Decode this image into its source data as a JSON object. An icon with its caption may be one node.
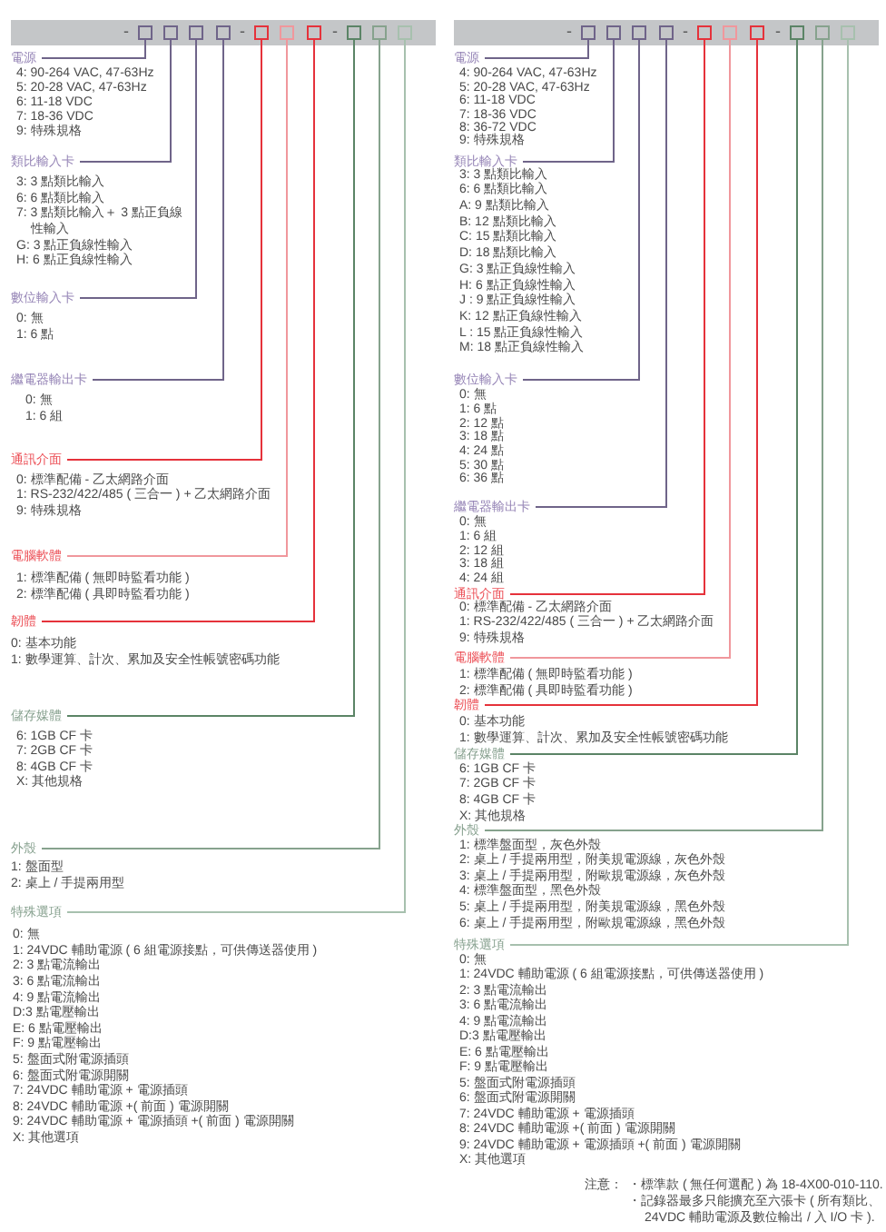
{
  "diagram": {
    "nodes": [
      {
        "text": [
          "-",
          "-",
          "-"
        ]
      },
      {
        "text": [],
        "shape": "box",
        "in": 0
      },
      {
        "text": [],
        "shape": "box",
        "in": 0
      },
      {
        "text": [],
        "shape": "box",
        "in": 0
      },
      {
        "text": [],
        "shape": "box",
        "in": 0
      },
      {
        "text": [],
        "shape": "box",
        "in": 0
      },
      {
        "text": [],
        "shape": "box",
        "in": 0
      },
      {
        "text": [],
        "shape": "box",
        "in": 0
      },
      {
        "text": [],
        "shape": "box",
        "in": 0
      },
      {
        "text": [],
        "shape": "box",
        "in": 0
      },
      {
        "text": [],
        "shape": "box",
        "in": 0
      },
      {
        "text": [
          "電源"
        ],
        "beside": [
          "4: 90-264 VAC, 47-63Hz",
          "5: 20-28 VAC, 47-63Hz",
          "6: 11-18 VDC",
          "7: 18-36 VDC",
          "9: 特殊規格"
        ]
      },
      {
        "text": [
          "類比輸入卡"
        ],
        "beside": [
          "3: 3 點類比輸入",
          "6: 6 點類比輸入",
          "7: 3 點類比輸入＋ 3 點正負線性輸入",
          "G: 3 點正負線性輸入",
          "H: 6 點正負線性輸入"
        ]
      },
      {
        "text": [
          "數位輸入卡"
        ],
        "beside": [
          "0: 無",
          "1: 6 點"
        ]
      },
      {
        "text": [
          "繼電器輸出卡"
        ],
        "beside": [
          "0: 無",
          "1: 6 組"
        ]
      },
      {
        "text": [
          "通訊介面"
        ],
        "beside": [
          "0: 標準配備 - 乙太網路介面",
          "1: RS-232/422/485 ( 三合一 ) + 乙太網路介面",
          "9: 特殊規格"
        ]
      },
      {
        "text": [
          "電腦軟體"
        ],
        "beside": [
          "1: 標準配備 ( 無即時監看功能 )",
          "2: 標準配備 ( 具即時監看功能 )"
        ]
      },
      {
        "text": [
          "韌體"
        ],
        "beside": [
          "0: 基本功能",
          "1: 數學運算、計次、累加及安全性帳號密碼功能"
        ]
      },
      {
        "text": [
          "儲存媒體"
        ],
        "beside": [
          "6: 1GB CF 卡",
          "7: 2GB CF 卡",
          "8: 4GB CF 卡",
          "X: 其他規格"
        ]
      },
      {
        "text": [
          "外殼"
        ],
        "beside": [
          "1: 盤面型",
          "2: 桌上 / 手提兩用型"
        ]
      },
      {
        "text": [
          "特殊選項"
        ],
        "beside": [
          "0: 無",
          "1: 24VDC 輔助電源 ( 6 組電源接點，可供傳送器使用 )",
          "2: 3 點電流輸出",
          "3: 6 點電流輸出",
          "4: 9 點電流輸出",
          "D:3 點電壓輸出",
          "E: 6 點電壓輸出",
          "F: 9 點電壓輸出",
          "5: 盤面式附電源插頭",
          "6: 盤面式附電源開關",
          "7: 24VDC 輔助電源 + 電源插頭",
          "8: 24VDC 輔助電源 +( 前面 ) 電源開關",
          "9: 24VDC 輔助電源 + 電源插頭 +( 前面 ) 電源開關",
          "X: 其他選項"
        ]
      },
      {
        "text": [
          "-",
          "-",
          "-"
        ]
      },
      {
        "text": [],
        "shape": "box",
        "in": 21
      },
      {
        "text": [],
        "shape": "box",
        "in": 21
      },
      {
        "text": [],
        "shape": "box",
        "in": 21
      },
      {
        "text": [],
        "shape": "box",
        "in": 21
      },
      {
        "text": [],
        "shape": "box",
        "in": 21
      },
      {
        "text": [],
        "shape": "box",
        "in": 21
      },
      {
        "text": [],
        "shape": "box",
        "in": 21
      },
      {
        "text": [],
        "shape": "box",
        "in": 21
      },
      {
        "text": [],
        "shape": "box",
        "in": 21
      },
      {
        "text": [],
        "shape": "box",
        "in": 21
      },
      {
        "text": [
          "電源"
        ],
        "beside": [
          "4: 90-264 VAC, 47-63Hz",
          "5: 20-28 VAC, 47-63Hz",
          "6: 11-18 VDC",
          "7: 18-36 VDC",
          "8: 36-72 VDC",
          "9: 特殊規格"
        ]
      },
      {
        "text": [
          "類比輸入卡"
        ],
        "beside": [
          "3: 3 點類比輸入",
          "6: 6 點類比輸入",
          "A: 9 點類比輸入",
          "B: 12 點類比輸入",
          "C: 15 點類比輸入",
          "D: 18 點類比輸入",
          "G: 3 點正負線性輸入",
          "H: 6 點正負線性輸入",
          "J : 9 點正負線性輸入",
          "K: 12 點正負線性輸入",
          "L : 15 點正負線性輸入",
          "M: 18 點正負線性輸入"
        ]
      },
      {
        "text": [
          "數位輸入卡"
        ],
        "beside": [
          "0: 無",
          "1: 6 點",
          "2: 12 點",
          "3: 18 點",
          "4: 24 點",
          "5: 30 點",
          "6: 36 點"
        ]
      },
      {
        "text": [
          "繼電器輸出卡"
        ],
        "beside": [
          "0: 無",
          "1: 6 組",
          "2: 12 組",
          "3: 18 組",
          "4: 24 組"
        ]
      },
      {
        "text": [
          "通訊介面"
        ],
        "beside": [
          "0: 標準配備 - 乙太網路介面",
          "1: RS-232/422/485 ( 三合一 ) + 乙太網路介面",
          "9: 特殊規格"
        ]
      },
      {
        "text": [
          "電腦軟體"
        ],
        "beside": [
          "1: 標準配備 ( 無即時監看功能 )",
          "2: 標準配備 ( 具即時監看功能 )"
        ]
      },
      {
        "text": [
          "韌體"
        ],
        "beside": [
          "0: 基本功能",
          "1: 數學運算、計次、累加及安全性帳號密碼功能"
        ]
      },
      {
        "text": [
          "儲存媒體"
        ],
        "beside": [
          "6: 1GB CF 卡",
          "7: 2GB CF 卡",
          "8: 4GB CF 卡",
          "X: 其他規格"
        ]
      },
      {
        "text": [
          "外殼"
        ],
        "beside": [
          "1: 標準盤面型，灰色外殼",
          "2: 桌上 / 手提兩用型，附美規電源線，灰色外殼",
          "3: 桌上 / 手提兩用型，附歐規電源線，灰色外殼",
          "4: 標準盤面型，黑色外殼",
          "5: 桌上 / 手提兩用型，附美規電源線，黑色外殼",
          "6: 桌上 / 手提兩用型，附歐規電源線，黑色外殼"
        ]
      },
      {
        "text": [
          "特殊選項"
        ],
        "beside": [
          "0: 無",
          "1: 24VDC 輔助電源 ( 6 組電源接點，可供傳送器使用 )",
          "2: 3 點電流輸出",
          "3: 6 點電流輸出",
          "4: 9 點電流輸出",
          "D:3 點電壓輸出",
          "E: 6 點電壓輸出",
          "F: 9 點電壓輸出",
          "5: 盤面式附電源插頭",
          "6: 盤面式附電源開關",
          "7: 24VDC 輔助電源 + 電源插頭",
          "8: 24VDC 輔助電源 +( 前面 ) 電源開關",
          "9: 24VDC 輔助電源 + 電源插頭 +( 前面 ) 電源開關",
          "X: 其他選項"
        ]
      }
    ],
    "edges": [
      {
        "from": 1,
        "to": 11,
        "arrow": "none"
      },
      {
        "from": 2,
        "to": 12,
        "arrow": "none"
      },
      {
        "from": 3,
        "to": 13,
        "arrow": "none"
      },
      {
        "from": 4,
        "to": 14,
        "arrow": "none"
      },
      {
        "from": 5,
        "to": 15,
        "arrow": "none",
        "color": "#e5323b"
      },
      {
        "from": 6,
        "to": 16,
        "arrow": "none",
        "color": "#f0979c"
      },
      {
        "from": 7,
        "to": 17,
        "arrow": "none",
        "color": "#e5323b"
      },
      {
        "from": 8,
        "to": 18,
        "arrow": "none",
        "color": "#5b8466"
      },
      {
        "from": 9,
        "to": 19,
        "arrow": "none",
        "color": "#86a28d"
      },
      {
        "from": 10,
        "to": 20,
        "arrow": "none",
        "color": "#a7c0ae"
      },
      {
        "from": 22,
        "to": 32,
        "arrow": "none"
      },
      {
        "from": 23,
        "to": 33,
        "arrow": "none"
      },
      {
        "from": 24,
        "to": 34,
        "arrow": "none"
      },
      {
        "from": 25,
        "to": 35,
        "arrow": "none"
      },
      {
        "from": 26,
        "to": 36,
        "arrow": "none",
        "color": "#e5323b"
      },
      {
        "from": 27,
        "to": 37,
        "arrow": "none",
        "color": "#f0979c"
      },
      {
        "from": 28,
        "to": 38,
        "arrow": "none",
        "color": "#e5323b"
      },
      {
        "from": 29,
        "to": 39,
        "arrow": "none",
        "color": "#5b8466"
      },
      {
        "from": 30,
        "to": 40,
        "arrow": "none",
        "color": "#86a28d"
      },
      {
        "from": 31,
        "to": 41,
        "arrow": "none",
        "color": "#a7c0ae"
      }
    ],
    "labels": [
      "注意：",
      "・標準款 ( 無任何選配 ) 為 18-4X00-010-110.",
      "・記錄器最多只能擴充至六張卡 ( 所有類比、 24VDC 輔助電源及數位輸出 / 入 I/O 卡 )."
    ]
  }
}
